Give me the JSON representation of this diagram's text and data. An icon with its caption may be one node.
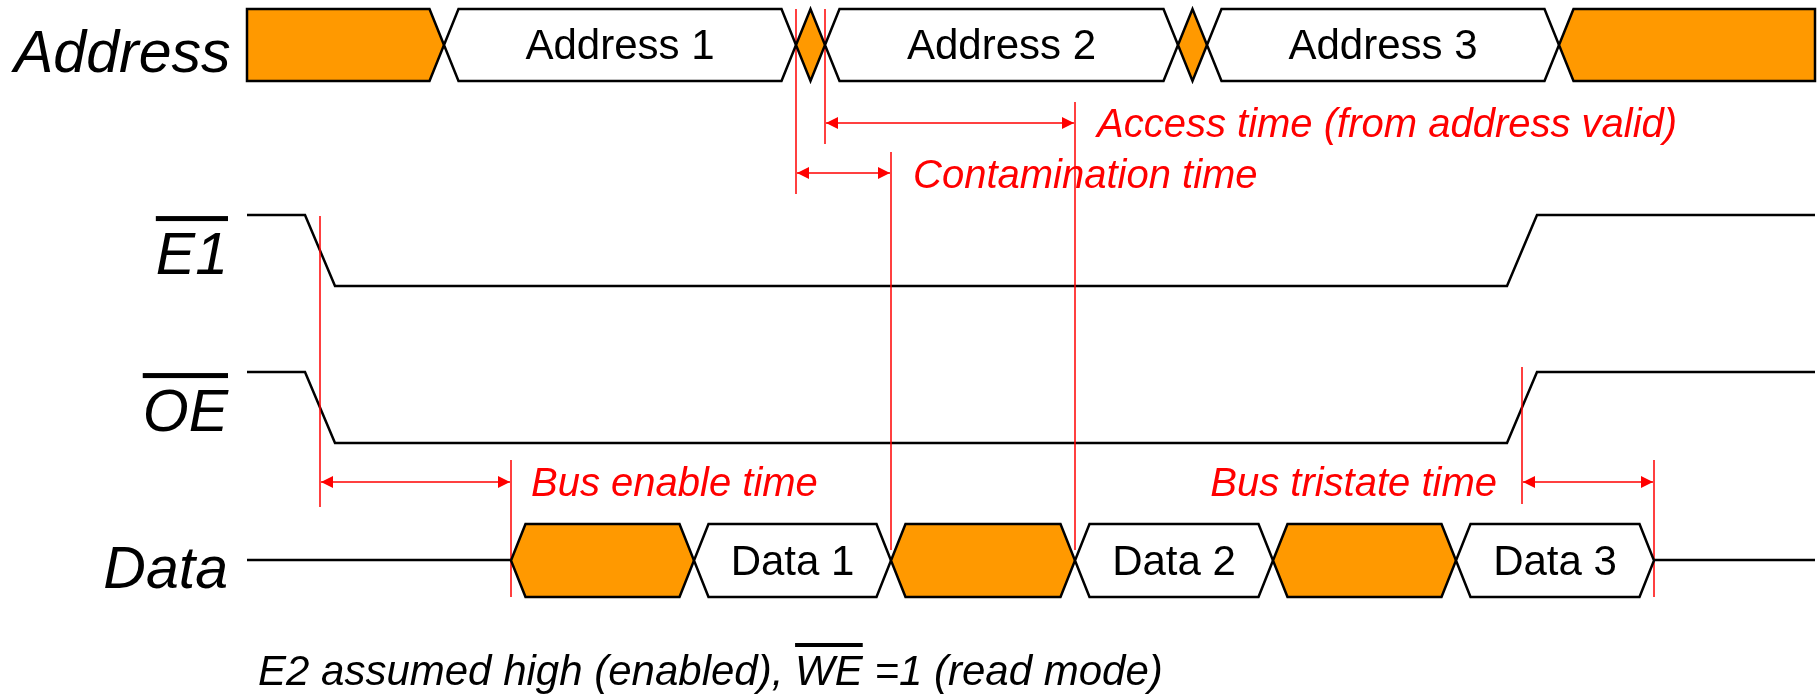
{
  "diagram": {
    "nodes": [
      {
        "text": [],
        "shape": "hexagon"
      },
      {
        "text": [
          "Address 1"
        ]
      },
      {
        "text": [],
        "shape": "diamond"
      },
      {
        "text": [
          "Address 2"
        ]
      },
      {
        "text": [],
        "shape": "diamond"
      },
      {
        "text": [
          "Address 3"
        ]
      },
      {
        "text": [],
        "shape": "hexagon"
      },
      {
        "text": [],
        "shape": "hexagon"
      },
      {
        "text": [
          "Data 1"
        ]
      },
      {
        "text": [],
        "shape": "hexagon"
      },
      {
        "text": [
          "Data 2"
        ]
      },
      {
        "text": [],
        "shape": "hexagon"
      },
      {
        "text": [
          "Data 3"
        ]
      }
    ],
    "labels": [
      "Address",
      "Access time (from address valid)",
      "Contamination time",
      "E1",
      "OE",
      "Bus enable time",
      "Bus tristate time",
      "Data",
      "E2 assumed high (enabled),",
      "WE",
      "=1 (read mode)"
    ]
  }
}
